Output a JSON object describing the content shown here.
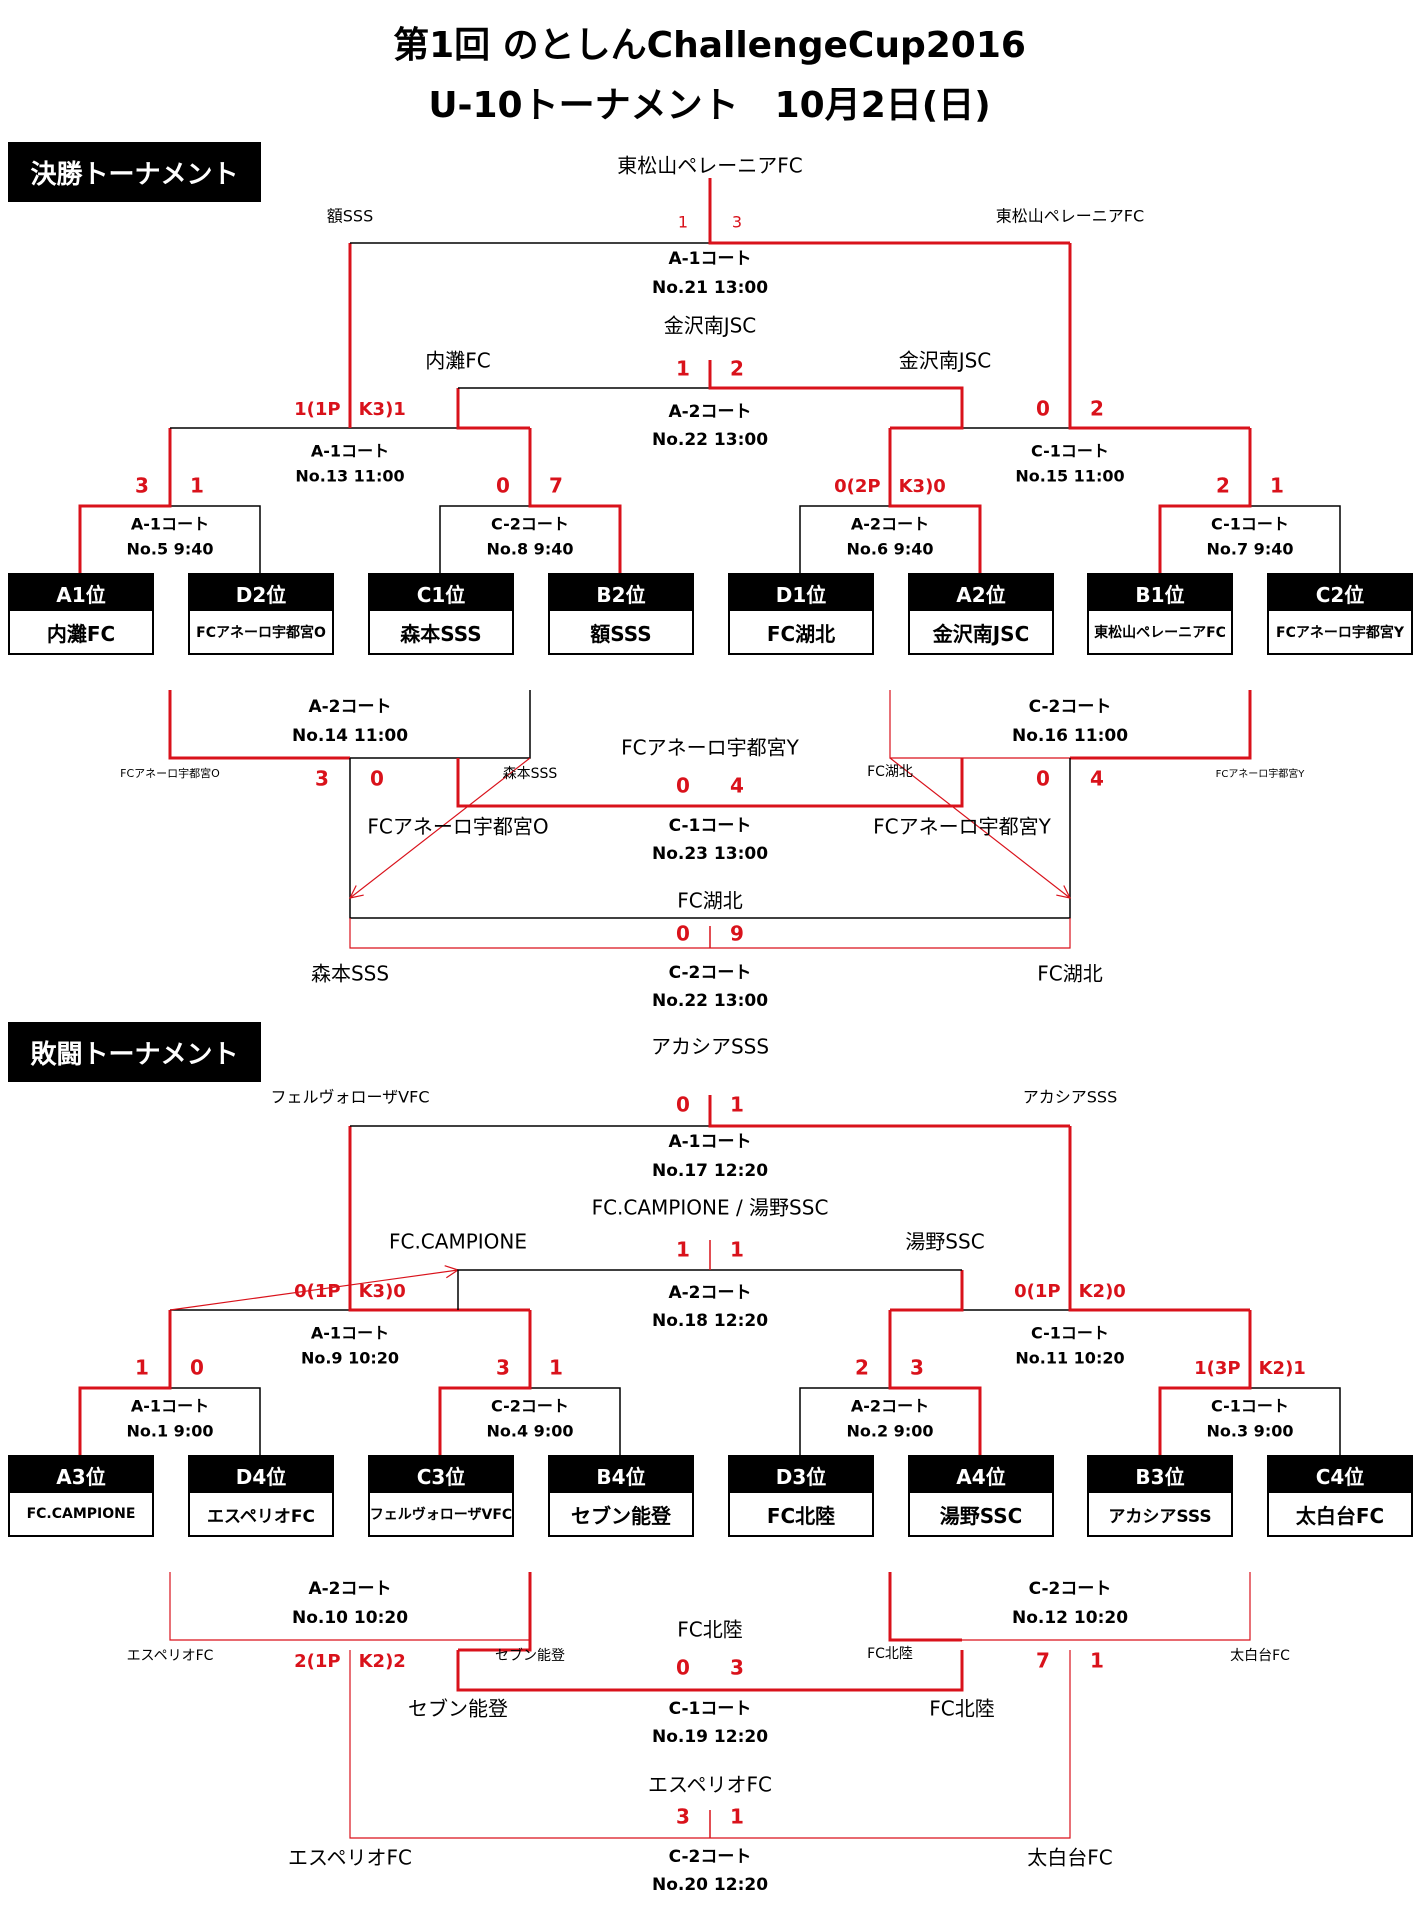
{
  "title": {
    "line1": "第1回 のとしんChallengeCup2016",
    "line2": "U-10トーナメント　10月2日(日)"
  },
  "colors": {
    "winner_path": "#d9121b",
    "line": "#000000",
    "label_bg": "#000000",
    "label_fg": "#ffffff"
  },
  "final_tournament": {
    "label": "決勝トーナメント",
    "seeds": [
      {
        "seed": "A1位",
        "team": "内灘FC"
      },
      {
        "seed": "D2位",
        "team": "FCアネーロ宇都宮O"
      },
      {
        "seed": "C1位",
        "team": "森本SSS"
      },
      {
        "seed": "B2位",
        "team": "額SSS"
      },
      {
        "seed": "D1位",
        "team": "FC湖北"
      },
      {
        "seed": "A2位",
        "team": "金沢南JSC"
      },
      {
        "seed": "B1位",
        "team": "東松山ペレーニアFC"
      },
      {
        "seed": "C2位",
        "team": "FCアネーロ宇都宮Y"
      }
    ],
    "matches": [
      {
        "court": "A-1コート",
        "match": "No.5 9:40",
        "score_left": "3",
        "score_right": "1"
      },
      {
        "court": "C-2コート",
        "match": "No.8 9:40",
        "score_left": "0",
        "score_right": "7"
      },
      {
        "court": "A-2コート",
        "match": "No.6 9:40",
        "score_combined": "0(2P　K3)0"
      },
      {
        "court": "C-1コート",
        "match": "No.7 9:40",
        "score_left": "2",
        "score_right": "1"
      },
      {
        "court": "A-1コート",
        "match": "No.13 11:00",
        "score_combined": "1(1P　K3)1"
      },
      {
        "court": "C-1コート",
        "match": "No.15 11:00",
        "score_left": "0",
        "score_right": "2"
      },
      {
        "court": "A-2コート",
        "match": "No.22 13:00",
        "score_left": "1",
        "score_right": "2",
        "winner": "金沢南JSC",
        "left_team": "内灘FC",
        "right_team": "金沢南JSC"
      },
      {
        "court": "A-1コート",
        "match": "No.21 13:00",
        "score_left": "1",
        "score_right": "3",
        "winner": "東松山ペレーニアFC",
        "left_team": "額SSS",
        "right_team": "東松山ペレーニアFC"
      },
      {
        "court": "A-2コート",
        "match": "No.14 11:00",
        "score_left": "3",
        "score_right": "0",
        "left_team": "FCアネーロ宇都宮O",
        "right_team": "森本SSS"
      },
      {
        "court": "C-2コート",
        "match": "No.16 11:00",
        "score_left": "0",
        "score_right": "4",
        "left_team": "FC湖北",
        "right_team": "FCアネーロ宇都宮Y"
      },
      {
        "court": "C-1コート",
        "match": "No.23 13:00",
        "score_left": "0",
        "score_right": "4",
        "winner": "FCアネーロ宇都宮Y",
        "left_team": "FCアネーロ宇都宮O",
        "right_team": "FCアネーロ宇都宮Y"
      },
      {
        "court": "C-2コート",
        "match": "No.22 13:00",
        "score_left": "0",
        "score_right": "9",
        "winner": "FC湖北",
        "left_team": "森本SSS",
        "right_team": "FC湖北"
      }
    ]
  },
  "consolation_tournament": {
    "label": "敗闘トーナメント",
    "seeds": [
      {
        "seed": "A3位",
        "team": "FC.CAMPIONE"
      },
      {
        "seed": "D4位",
        "team": "エスペリオFC"
      },
      {
        "seed": "C3位",
        "team": "フェルヴォローザVFC"
      },
      {
        "seed": "B4位",
        "team": "セブン能登"
      },
      {
        "seed": "D3位",
        "team": "FC北陸"
      },
      {
        "seed": "A4位",
        "team": "湯野SSC"
      },
      {
        "seed": "B3位",
        "team": "アカシアSSS"
      },
      {
        "seed": "C4位",
        "team": "太白台FC"
      }
    ],
    "matches": [
      {
        "court": "A-1コート",
        "match": "No.1 9:00",
        "score_left": "1",
        "score_right": "0"
      },
      {
        "court": "C-2コート",
        "match": "No.4 9:00",
        "score_left": "3",
        "score_right": "1"
      },
      {
        "court": "A-2コート",
        "match": "No.2 9:00",
        "score_left": "2",
        "score_right": "3"
      },
      {
        "court": "C-1コート",
        "match": "No.3 9:00",
        "score_combined": "1(3P　K2)1"
      },
      {
        "court": "A-1コート",
        "match": "No.9 10:20",
        "score_combined": "0(1P　K3)0"
      },
      {
        "court": "C-1コート",
        "match": "No.11 10:20",
        "score_combined": "0(1P　K2)0"
      },
      {
        "court": "A-2コート",
        "match": "No.18 12:20",
        "score_left": "1",
        "score_right": "1",
        "winner": "FC.CAMPIONE / 湯野SSC",
        "left_team": "FC.CAMPIONE",
        "right_team": "湯野SSC"
      },
      {
        "court": "A-1コート",
        "match": "No.17 12:20",
        "score_left": "0",
        "score_right": "1",
        "winner": "アカシアSSS",
        "left_team": "フェルヴォローザVFC",
        "right_team": "アカシアSSS"
      },
      {
        "court": "A-2コート",
        "match": "No.10 10:20",
        "score_combined": "2(1P　K2)2",
        "left_team": "エスペリオFC",
        "right_team": "セブン能登"
      },
      {
        "court": "C-2コート",
        "match": "No.12 10:20",
        "score_left": "7",
        "score_right": "1",
        "left_team": "FC北陸",
        "right_team": "太白台FC"
      },
      {
        "court": "C-1コート",
        "match": "No.19 12:20",
        "score_left": "0",
        "score_right": "3",
        "winner": "FC北陸",
        "left_team": "セブン能登",
        "right_team": "FC北陸"
      },
      {
        "court": "C-2コート",
        "match": "No.20 12:20",
        "score_left": "3",
        "score_right": "1",
        "winner": "エスペリオFC",
        "left_team": "エスペリオFC",
        "right_team": "太白台FC"
      }
    ]
  }
}
